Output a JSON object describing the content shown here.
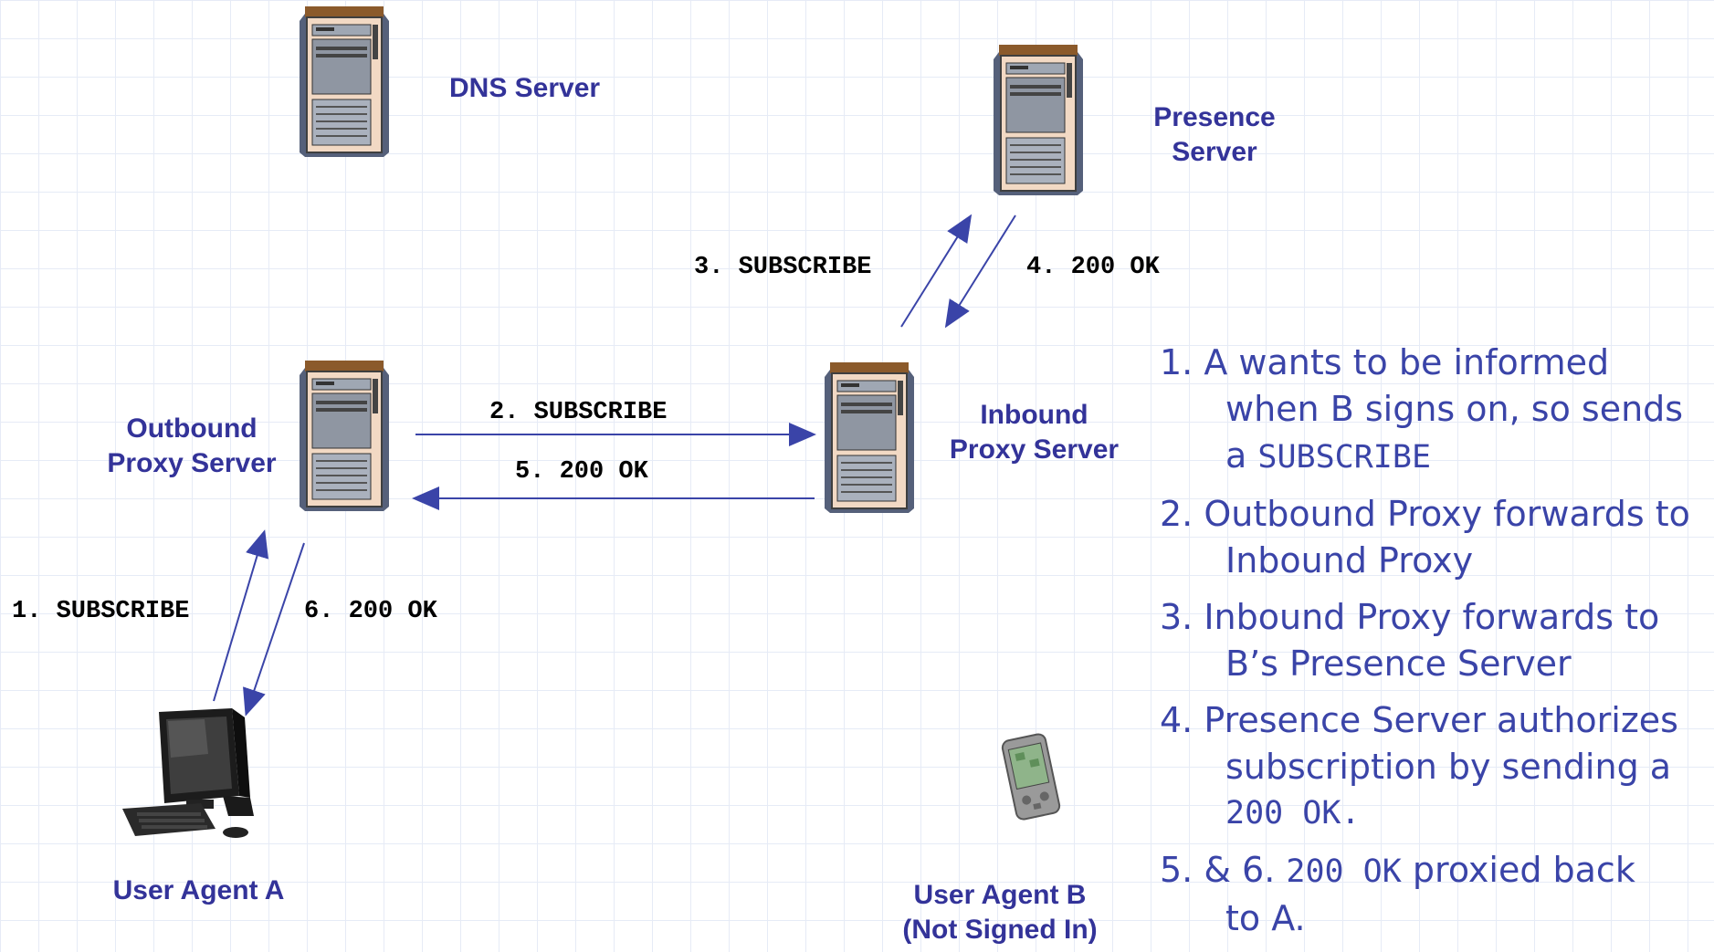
{
  "nodes": {
    "dns": "DNS Server",
    "presence_line1": "Presence",
    "presence_line2": "Server",
    "outbound_line1": "Outbound",
    "outbound_line2": "Proxy Server",
    "inbound_line1": "Inbound",
    "inbound_line2": "Proxy Server",
    "user_a": "User Agent A",
    "user_b_line1": "User Agent B",
    "user_b_line2": "(Not Signed In)"
  },
  "messages": {
    "m1": "1. SUBSCRIBE",
    "m2": "2. SUBSCRIBE",
    "m3": "3. SUBSCRIBE",
    "m4": "4. 200 OK",
    "m5": "5. 200 OK",
    "m6": "6. 200 OK"
  },
  "notes": [
    {
      "first": "1. A wants to be informed",
      "cont": [
        "when B signs on, so sends",
        "a "
      ],
      "code": "SUBSCRIBE"
    },
    {
      "first": "2. Outbound Proxy forwards to",
      "cont": [
        "Inbound Proxy"
      ]
    },
    {
      "first": "3.  Inbound Proxy forwards to",
      "cont": [
        "B’s Presence Server"
      ]
    },
    {
      "first": "4.  Presence Server authorizes",
      "cont": [
        "subscription by sending a"
      ],
      "code_line": "200 OK."
    },
    {
      "first_prefix": "5. & 6. ",
      "first_code": "200 OK",
      "first_suffix": " proxied back",
      "cont": [
        "to A."
      ]
    }
  ],
  "colors": {
    "label": "#333399",
    "arrow": "#3a44a8",
    "notes": "#3a44a8",
    "server_top": "#8b5a2b",
    "server_body": "#f2d9c4"
  }
}
